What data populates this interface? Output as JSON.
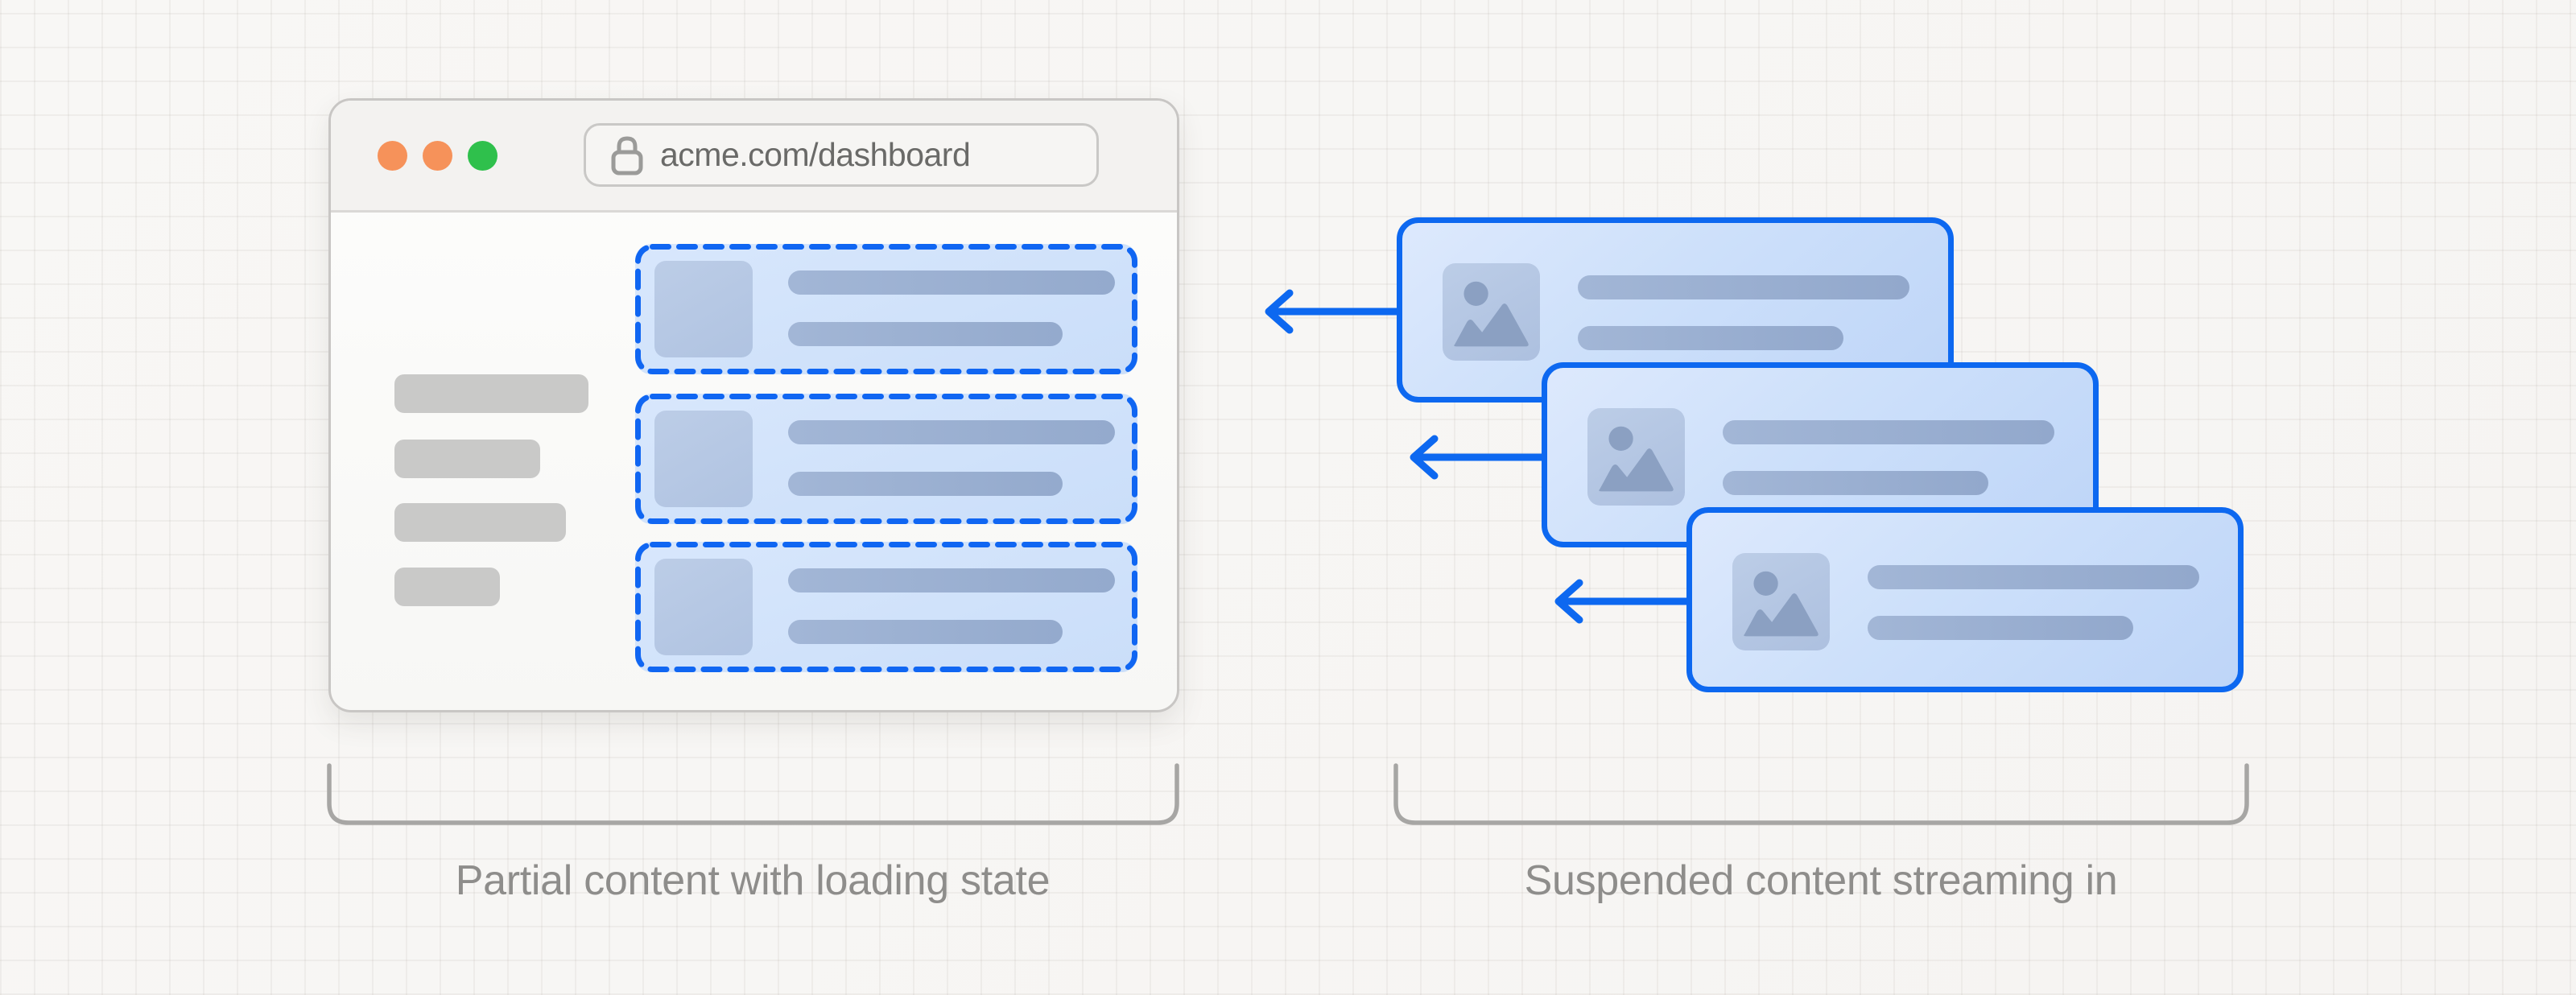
{
  "browser": {
    "url": "acme.com/dashboard",
    "traffic_lights": [
      "orange",
      "orange",
      "green"
    ],
    "sidebar_skeleton_bar_count": 4,
    "loading_card_count": 3
  },
  "stream": {
    "card_count": 3,
    "arrow_direction": "left"
  },
  "captions": {
    "left": "Partial content with loading state",
    "right": "Suspended content streaming in"
  },
  "icons": {
    "lock": "lock-icon",
    "photo": "photo-placeholder-icon",
    "arrow": "arrow-left-icon"
  },
  "colors": {
    "accent-blue": "#0d68f0",
    "dashed-border-blue": "#1066f2",
    "card-fill-light": "#d9e8fd",
    "card-fill-deep": "#c2d8f8",
    "placeholder-blue": "#b5c7e3",
    "photo-glyph-blue": "#8ba0c2",
    "bar-blue": "#9cb1d3",
    "skeleton-gray": "#c9c9c8",
    "traffic-orange": "#f6925a",
    "traffic-green": "#2fc04c",
    "bracket-gray": "#a7a6a4",
    "caption-gray": "#8e8d8b",
    "window-border": "#c8c6c4",
    "topbar-bg": "#f3f2f0",
    "url-text": "#6a6a68"
  }
}
